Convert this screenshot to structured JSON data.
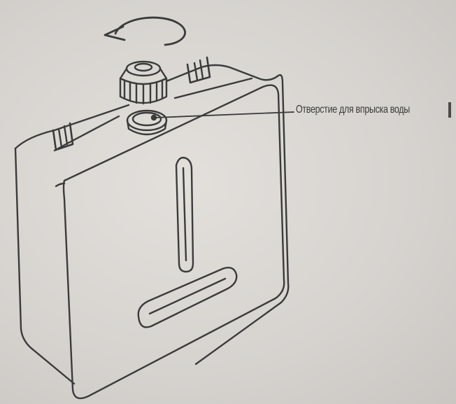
{
  "callout": {
    "label": "Отверстие для впрыска воды"
  },
  "colors": {
    "background": "#d9d6d2",
    "line": "#3b3b3b"
  },
  "icons": [
    "rotation-arrow-icon",
    "water-tank",
    "filler-cap",
    "fill-opening"
  ]
}
